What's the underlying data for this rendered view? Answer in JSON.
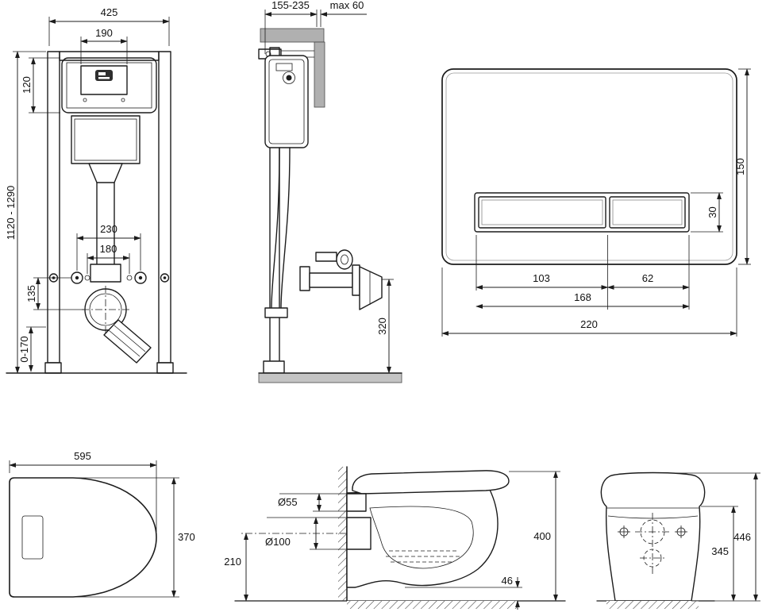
{
  "drawing": {
    "frame_front": {
      "width": "425",
      "window_width": "190",
      "cistern_height": "120",
      "total_height": "1120 - 1290",
      "fixing_spacing": "230",
      "pipe_spacing": "180",
      "outlet_offset": "135",
      "foot_adjustment": "0-170"
    },
    "frame_side": {
      "depth": "155-235",
      "wall_clearance": "max 60",
      "outlet_height": "320"
    },
    "flush_plate": {
      "height": "150",
      "button_height": "30",
      "large_button_width": "103",
      "small_button_width": "62",
      "buttons_width": "168",
      "width": "220"
    },
    "seat_top": {
      "width": "595",
      "depth": "370"
    },
    "bowl_side": {
      "inlet_diameter": "Ø55",
      "outlet_diameter": "Ø100",
      "outlet_height": "210",
      "rim_height": "400",
      "floor_gap": "46"
    },
    "bowl_back": {
      "body_height": "345",
      "total_height": "446"
    },
    "colors": {
      "line": "#1c1c1c",
      "wall_fill": "#b0b0b0",
      "floor_fill": "#c4c4c4"
    }
  }
}
